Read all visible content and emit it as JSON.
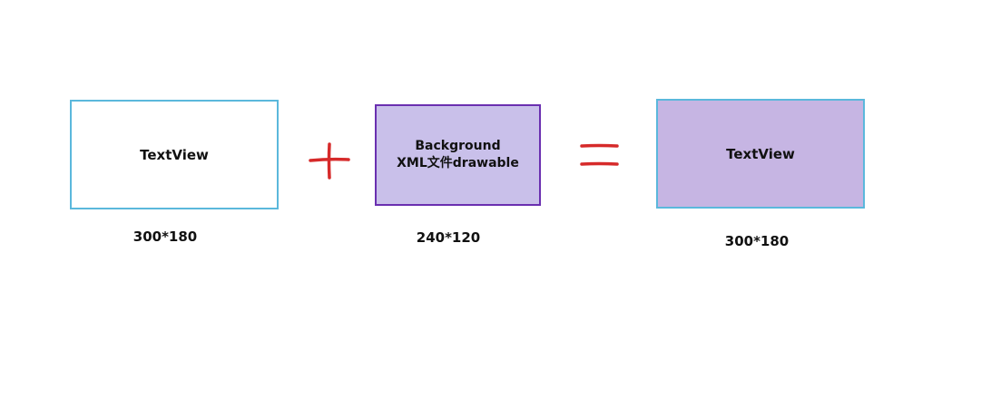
{
  "left_box": {
    "label": "TextView",
    "caption": "300*180"
  },
  "middle_box": {
    "line1": "Background",
    "line2": "XML文件drawable",
    "caption": "240*120"
  },
  "right_box": {
    "label": "TextView",
    "caption": "300*180"
  },
  "operators": {
    "plus": "plus-sign",
    "equals": "equals-sign"
  },
  "colors": {
    "textview_border": "#5bb8dc",
    "drawable_border": "#6a2fb0",
    "drawable_fill": "#c9c0ea",
    "result_fill": "#c6b5e3",
    "operator_red": "#d62a2a"
  }
}
